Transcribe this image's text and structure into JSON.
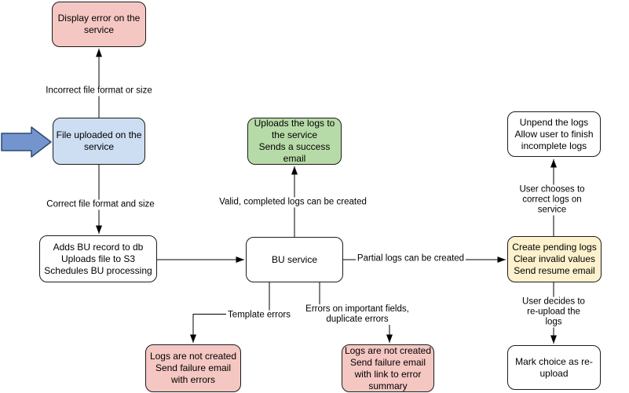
{
  "diagram": {
    "background": "#ffffff",
    "nodes": [
      {
        "name": "display-error-on-service",
        "text": "Display error on the\nservice",
        "fill": "#f5c7c3"
      },
      {
        "name": "file-uploaded-on-service",
        "text": "File uploaded on the\nservice",
        "fill": "#cdddf2"
      },
      {
        "name": "adds-bu-record",
        "text": "Adds BU record to db\nUploads file to S3\nSchedules BU processing",
        "fill": "#ffffff"
      },
      {
        "name": "uploads-logs-success",
        "text": "Uploads the logs to\nthe service\nSends a success\nemail",
        "fill": "#b7dba8"
      },
      {
        "name": "bu-service",
        "text": "BU service",
        "fill": "#ffffff"
      },
      {
        "name": "unpend-logs",
        "text": "Unpend the logs\nAllow user to finish\nincomplete logs",
        "fill": "#ffffff"
      },
      {
        "name": "create-pending-logs",
        "text": "Create pending logs\nClear invalid values\nSend resume email",
        "fill": "#fdf2cd"
      },
      {
        "name": "mark-choice-reupload",
        "text": "Mark choice as re-\nupload",
        "fill": "#ffffff"
      },
      {
        "name": "logs-not-created-errors",
        "text": "Logs are not created\nSend failure email\nwith errors",
        "fill": "#f5c7c3"
      },
      {
        "name": "logs-not-created-summary",
        "text": "Logs are not created\nSend failure email\nwith link to error\nsummary",
        "fill": "#f5c7c3"
      }
    ],
    "edge_labels": [
      {
        "name": "incorrect-file-format",
        "text": "Incorrect file format or size"
      },
      {
        "name": "correct-file-format",
        "text": "Correct file format and size"
      },
      {
        "name": "valid-completed-logs",
        "text": "Valid, completed logs can be created"
      },
      {
        "name": "partial-logs",
        "text": "Partial logs can be created"
      },
      {
        "name": "template-errors",
        "text": "Template errors"
      },
      {
        "name": "errors-important-fields",
        "text": "Errors on important fields,\nduplicate errors"
      },
      {
        "name": "user-chooses-correct",
        "text": "User chooses to correct logs on service"
      },
      {
        "name": "user-decides-reupload",
        "text": "User decides to re-upload the logs"
      }
    ],
    "thick_arrow": {
      "fill": "#7494cd",
      "stroke": "#2b4a76"
    },
    "colors": {
      "node_border": "#1c1c1c",
      "edge_stroke": "#000000",
      "pink": "#f5c7c3",
      "blue": "#cdddf2",
      "green": "#b7dba8",
      "yellow": "#fdf2cd",
      "white": "#ffffff"
    }
  }
}
